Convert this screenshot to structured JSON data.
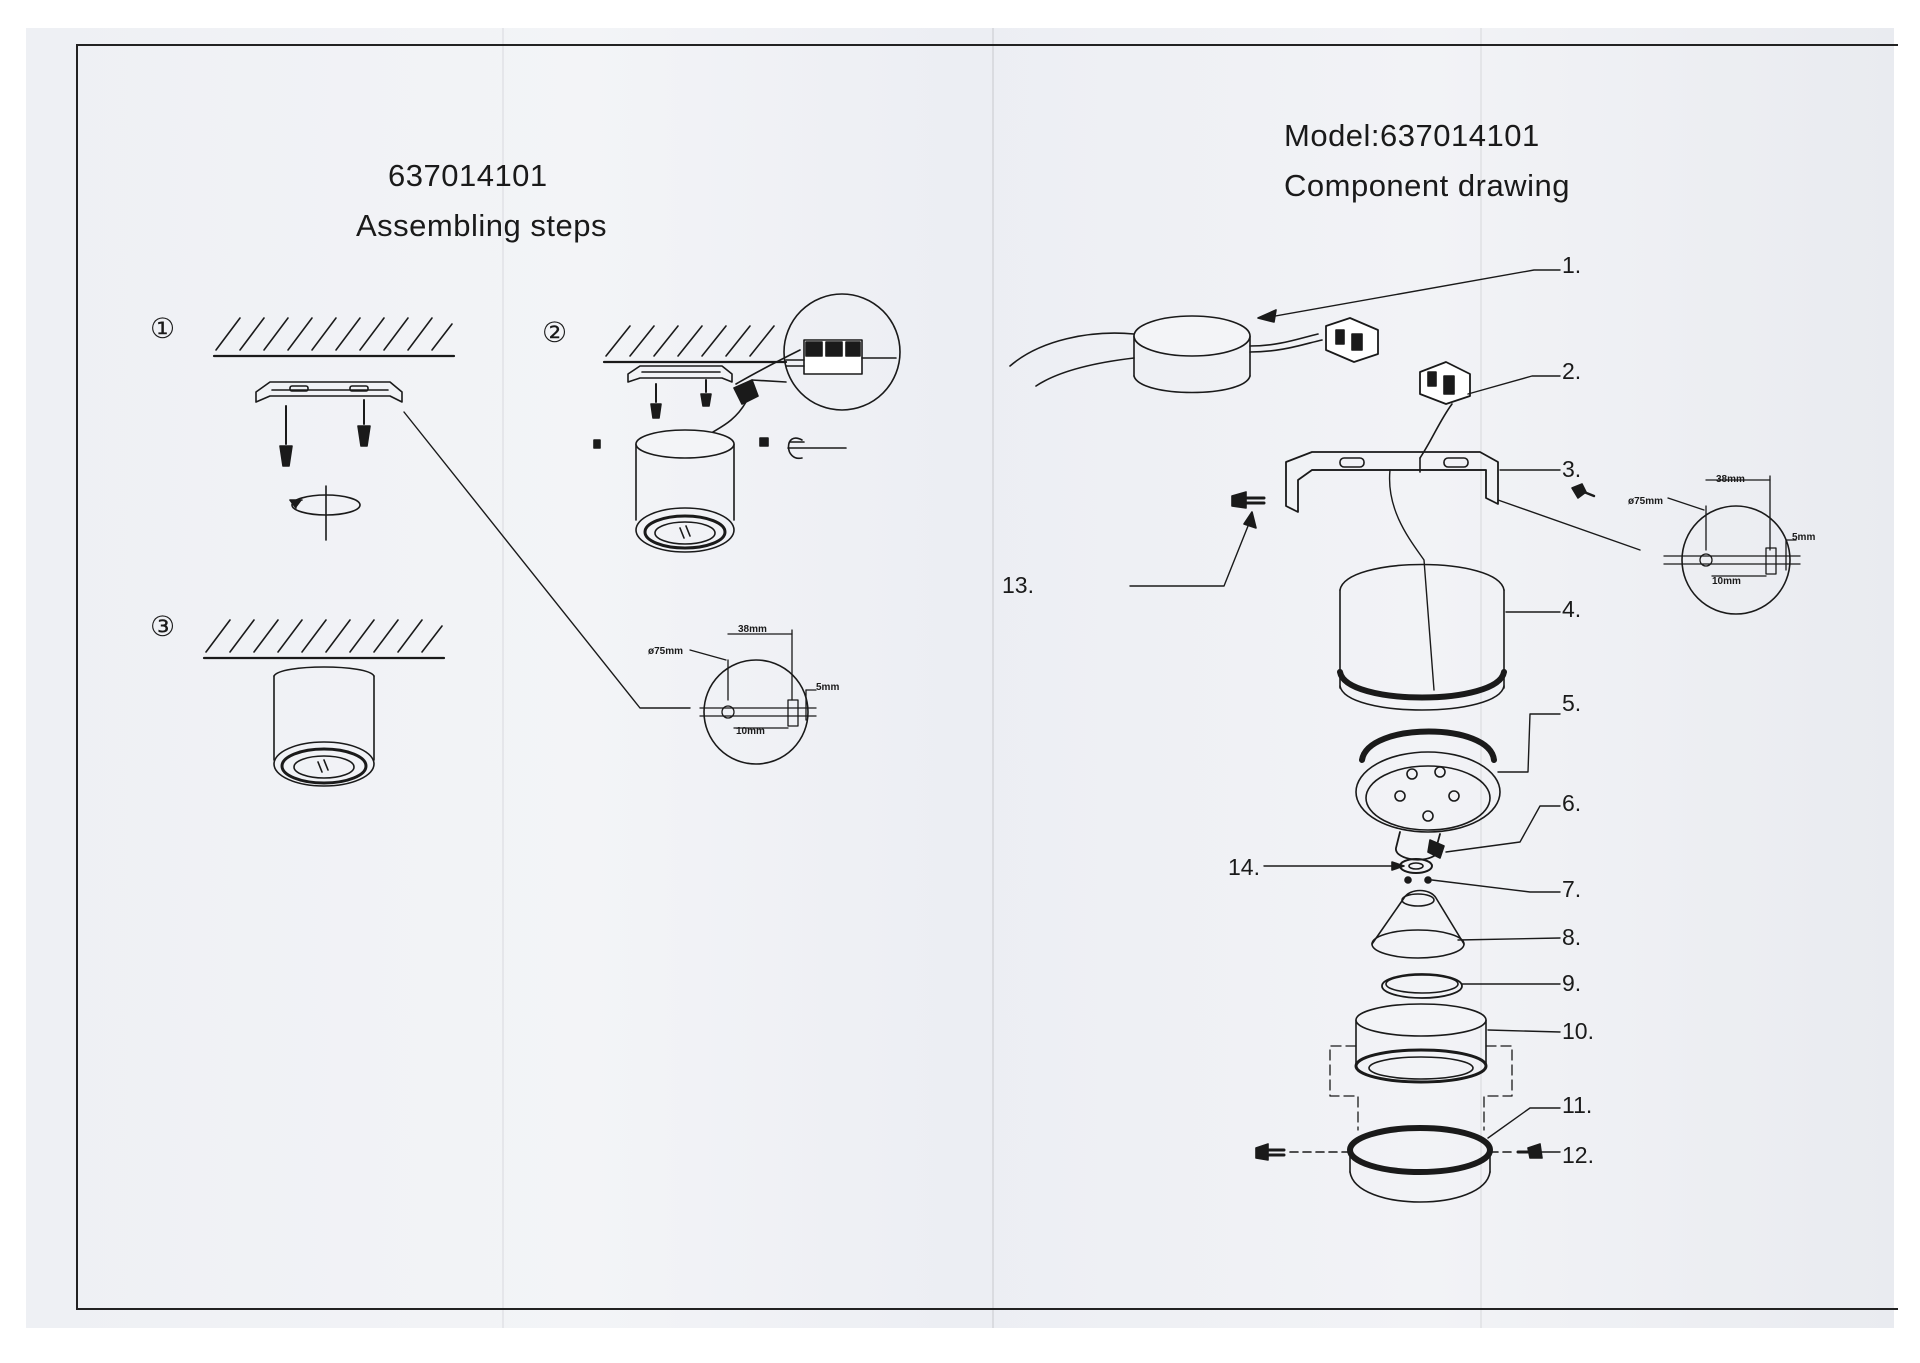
{
  "left": {
    "code": "637014101",
    "title": "Assembling  steps",
    "steps": [
      "①",
      "②",
      "③"
    ],
    "detail": {
      "dim_a": "38mm",
      "dim_b": "ø75mm",
      "dim_c": "5mm",
      "dim_d": "10mm"
    }
  },
  "right": {
    "model": "Model:637014101",
    "title": "Component  drawing",
    "parts": [
      "1.",
      "2.",
      "3.",
      "4.",
      "5.",
      "6.",
      "7.",
      "8.",
      "9.",
      "10.",
      "11.",
      "12.",
      "13.",
      "14."
    ],
    "detail": {
      "dim_a": "38mm",
      "dim_b": "ø75mm",
      "dim_c": "5mm",
      "dim_d": "10mm"
    }
  }
}
